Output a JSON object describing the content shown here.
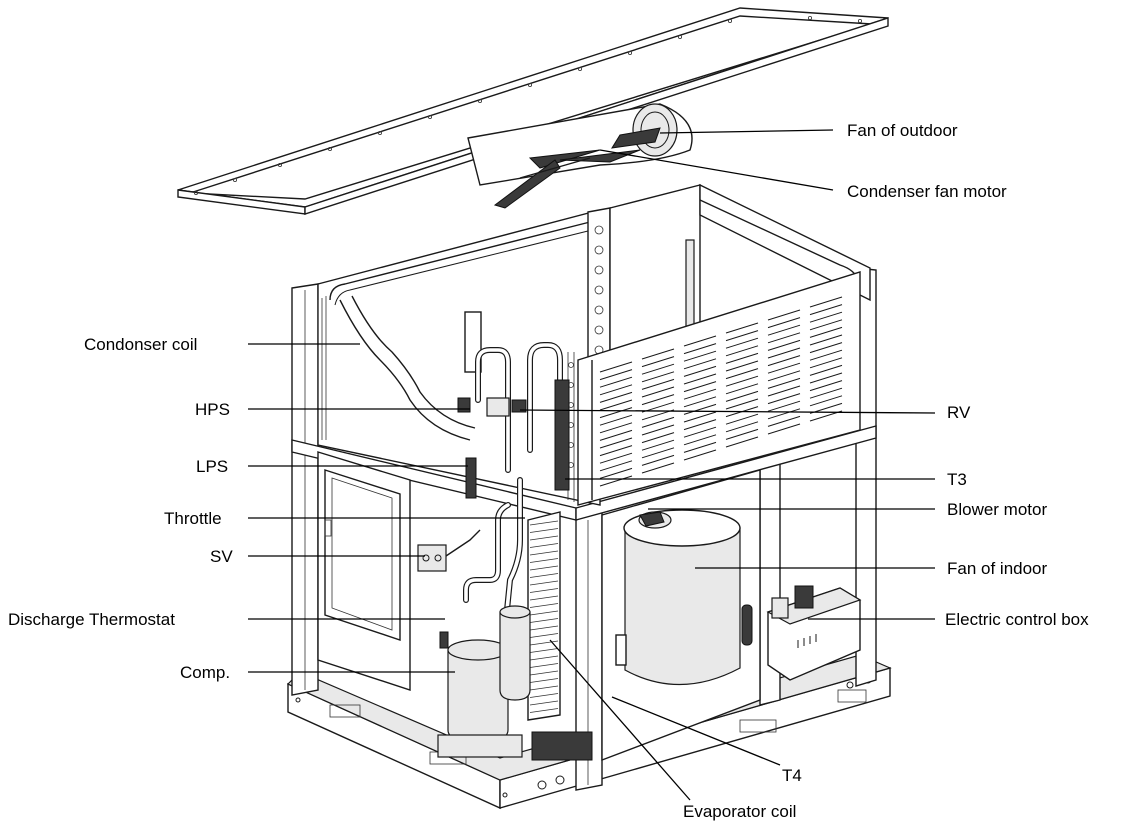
{
  "diagram": {
    "labels": {
      "fan_of_outdoor": "Fan of outdoor",
      "condenser_fan_motor": "Condenser fan motor",
      "condonser_coil": "Condonser coil",
      "hps": "HPS",
      "rv": "RV",
      "lps": "LPS",
      "t3": "T3",
      "throttle": "Throttle",
      "blower_motor": "Blower motor",
      "sv": "SV",
      "fan_of_indoor": "Fan of indoor",
      "discharge_thermostat": "Discharge Thermostat",
      "electric_control_box": "Electric control box",
      "comp": "Comp.",
      "t4": "T4",
      "evaporator_coil": "Evaporator coil"
    }
  }
}
